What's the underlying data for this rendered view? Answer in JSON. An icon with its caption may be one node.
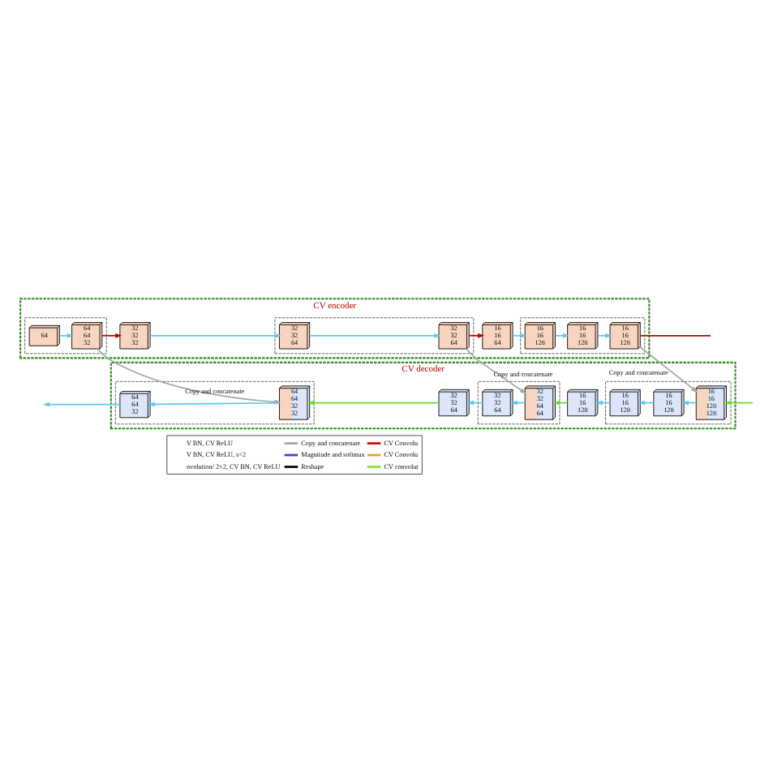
{
  "diagram": {
    "nodes": [
      {
        "text": [
          "CV encoder"
        ]
      },
      {
        "text": [],
        "shape": "box",
        "in": 0
      },
      {
        "text": [
          "64"
        ],
        "in": 1
      },
      {
        "text": [
          "64",
          "64",
          "32"
        ],
        "in": 1
      },
      {
        "text": [
          "32",
          "32",
          "32"
        ],
        "in": 0
      },
      {
        "text": [],
        "shape": "box",
        "in": 0
      },
      {
        "text": [
          "32",
          "32",
          "64"
        ],
        "in": 5
      },
      {
        "text": [
          "32",
          "32",
          "64"
        ],
        "in": 5
      },
      {
        "text": [
          "16",
          "16",
          "64"
        ],
        "in": 0
      },
      {
        "text": [],
        "shape": "box",
        "in": 0
      },
      {
        "text": [
          "16",
          "16",
          "128"
        ],
        "in": 9
      },
      {
        "text": [
          "16",
          "16",
          "128"
        ],
        "in": 9
      },
      {
        "text": [
          "16",
          "16",
          "128"
        ],
        "in": 9
      },
      {
        "text": [
          "CV decoder"
        ]
      },
      {
        "text": [],
        "shape": "box",
        "in": 13
      },
      {
        "text": [
          "64",
          "64",
          "32"
        ],
        "in": 14
      },
      {
        "text": [
          "64",
          "64",
          "32",
          "32"
        ],
        "in": 14
      },
      {
        "text": [
          "32",
          "32",
          "64"
        ],
        "in": 13
      },
      {
        "text": [],
        "shape": "box",
        "in": 13
      },
      {
        "text": [
          "32",
          "32",
          "64"
        ],
        "in": 18
      },
      {
        "text": [
          "32",
          "32",
          "64",
          "64"
        ],
        "in": 18
      },
      {
        "text": [
          "16",
          "16",
          "128"
        ],
        "in": 13
      },
      {
        "text": [],
        "shape": "box",
        "in": 13
      },
      {
        "text": [
          "16",
          "16",
          "128"
        ],
        "in": 22
      },
      {
        "text": [
          "16",
          "16",
          "128"
        ],
        "in": 22
      },
      {
        "text": [
          "16",
          "16",
          "128",
          "128"
        ],
        "in": 22
      }
    ],
    "edges": [
      {
        "from": 2,
        "to": 3,
        "arrow": "to"
      },
      {
        "from": 3,
        "to": 4,
        "arrow": "to",
        "color": "#c00000"
      },
      {
        "from": 4,
        "to": 6,
        "arrow": "to"
      },
      {
        "from": 6,
        "to": 7,
        "arrow": "to"
      },
      {
        "from": 7,
        "to": 8,
        "arrow": "to",
        "color": "#c00000"
      },
      {
        "from": 8,
        "to": 10,
        "arrow": "to"
      },
      {
        "from": 10,
        "to": 11,
        "arrow": "to"
      },
      {
        "from": 11,
        "to": 12,
        "arrow": "to"
      },
      {
        "from": 12,
        "to": null,
        "arrow": "none",
        "color": "#c00000"
      },
      {
        "from": 3,
        "to": 16,
        "arrow": "to",
        "label": "Copy and concatenate",
        "color": "#a0a8a8"
      },
      {
        "from": 7,
        "to": 20,
        "arrow": "to",
        "label": "Copy and concatenate",
        "color": "#a0a8a8"
      },
      {
        "from": 12,
        "to": 25,
        "arrow": "to",
        "label": "Copy and concatenate",
        "color": "#a0a8a8"
      },
      {
        "from": null,
        "to": 25,
        "arrow": "to",
        "color": "#66dd22"
      },
      {
        "from": 25,
        "to": 24,
        "arrow": "to"
      },
      {
        "from": 24,
        "to": 23,
        "arrow": "to"
      },
      {
        "from": 23,
        "to": 21,
        "arrow": "to"
      },
      {
        "from": 21,
        "to": 20,
        "arrow": "to",
        "color": "#66dd22"
      },
      {
        "from": 20,
        "to": 19,
        "arrow": "to"
      },
      {
        "from": 19,
        "to": 17,
        "arrow": "to"
      },
      {
        "from": 17,
        "to": 16,
        "arrow": "to",
        "color": "#66dd22"
      },
      {
        "from": 16,
        "to": 15,
        "arrow": "to"
      },
      {
        "from": 15,
        "to": null,
        "arrow": "to"
      }
    ],
    "legend": [
      {
        "text": "V BN, CV ReLU"
      },
      {
        "text": "Copy and concatenate"
      },
      {
        "text": "CV Convolu"
      },
      {
        "text": "V BN, CV ReLU, s=2"
      },
      {
        "text": "Magnitude and softmax"
      },
      {
        "text": "CV Convolu"
      },
      {
        "text": "nvolution/ 2×2, CV BN, CV ReLU"
      },
      {
        "text": "Reshape"
      },
      {
        "text": "CV convolut"
      }
    ]
  }
}
